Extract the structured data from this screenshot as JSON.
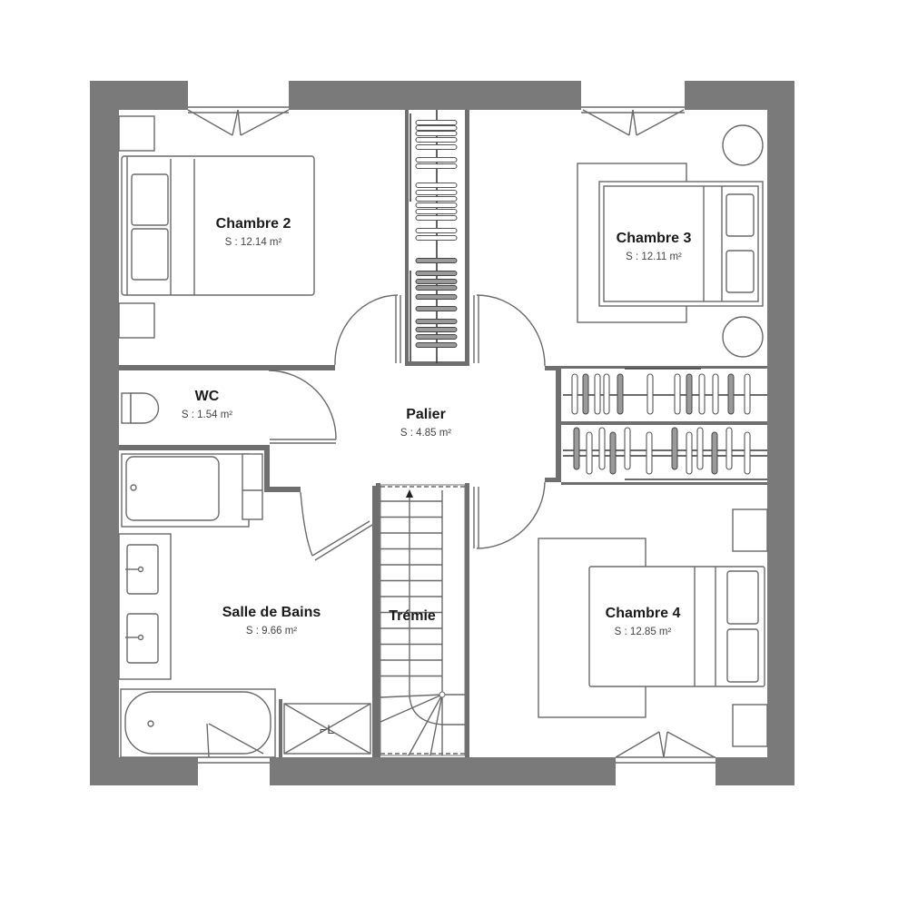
{
  "plan": {
    "wall_color": "#7a7a7a",
    "line_color": "#6a6a6a",
    "background": "#ffffff"
  },
  "rooms": [
    {
      "id": "chambre-2",
      "name": "Chambre 2",
      "area": "S : 12.14 m²"
    },
    {
      "id": "chambre-3",
      "name": "Chambre 3",
      "area": "S : 12.11 m²"
    },
    {
      "id": "wc",
      "name": "WC",
      "area": "S : 1.54 m²"
    },
    {
      "id": "palier",
      "name": "Palier",
      "area": "S : 4.85 m²"
    },
    {
      "id": "salle-de-bains",
      "name": "Salle de Bains",
      "area": "S : 9.66 m²"
    },
    {
      "id": "tremie",
      "name": "Trémie",
      "area": ""
    },
    {
      "id": "chambre-4",
      "name": "Chambre 4",
      "area": "S : 12.85 m²"
    }
  ],
  "icons": {
    "stair_arrow": "arrow-up-icon",
    "shower_drain": "shower-drain-icon"
  }
}
